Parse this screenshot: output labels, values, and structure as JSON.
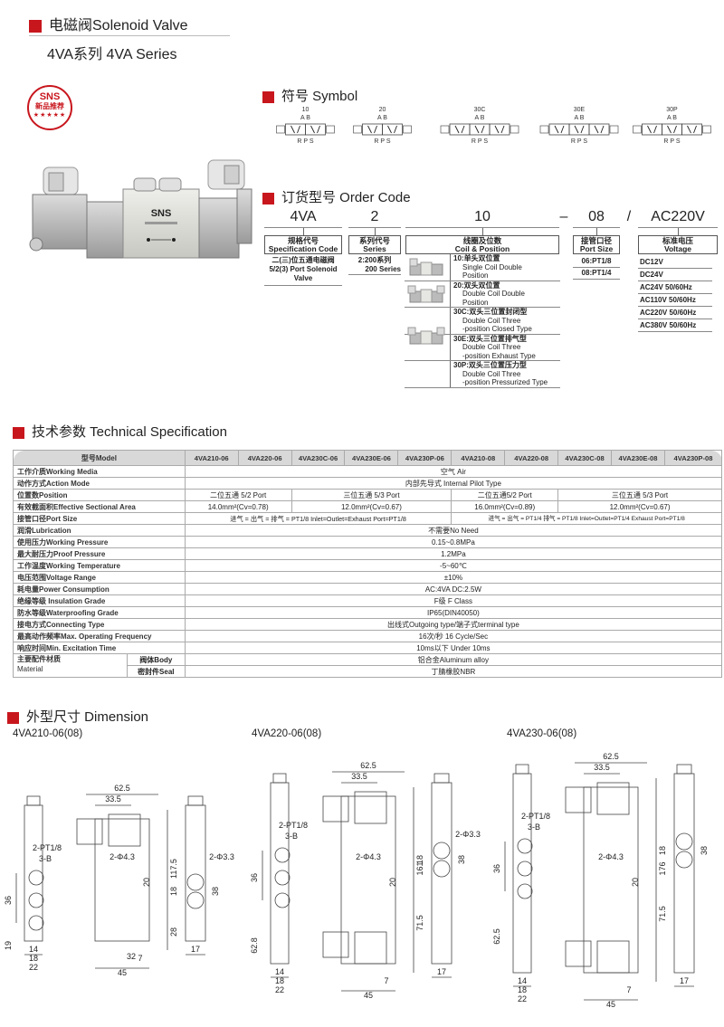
{
  "header": {
    "title": "电磁阀Solenoid Valve",
    "series": "4VA系列 4VA Series"
  },
  "badge": {
    "brand": "SNS",
    "label": "新品推荐",
    "stars": "★★★★★"
  },
  "product_image": {
    "brand": "SNS",
    "alt": "4VA230 solenoid valve photo"
  },
  "symbol_section": {
    "title": "符号 Symbol",
    "symbols": [
      {
        "code": "10",
        "ports_top": "A B",
        "ports_bottom": "R P S"
      },
      {
        "code": "20",
        "ports_top": "A B",
        "ports_bottom": "R P S"
      },
      {
        "code": "30C",
        "ports_top": "A B",
        "ports_bottom": "R P S"
      },
      {
        "code": "30E",
        "ports_top": "A B",
        "ports_bottom": "R P S"
      },
      {
        "code": "30P",
        "ports_top": "A B",
        "ports_bottom": "R P S"
      }
    ]
  },
  "order_code": {
    "title": "订货型号 Order Code",
    "parts": [
      {
        "value": "4VA",
        "label_cn": "规格代号",
        "label_en": "Specification Code"
      },
      {
        "value": "2",
        "label_cn": "系列代号",
        "label_en": "Series"
      },
      {
        "value": "10",
        "label_cn": "线圈及位数",
        "label_en": "Coil & Position"
      },
      {
        "value": "08",
        "label_cn": "接管口径",
        "label_en": "Port Size"
      },
      {
        "value": "AC220V",
        "label_cn": "标准电压",
        "label_en": "Voltage"
      }
    ],
    "dash": "–",
    "slash": "/",
    "spec_desc": [
      "二(三)位五通电磁阀",
      "5/2(3) Port Solenoid",
      "Valve"
    ],
    "series_desc": [
      "2:200系列",
      "200 Series"
    ],
    "coil_options": [
      {
        "cn": "10:单头双位置",
        "en1": "Single Coil Double",
        "en2": "Position"
      },
      {
        "cn": "20:双头双位置",
        "en1": "Double Coil Double",
        "en2": "Position"
      },
      {
        "cn": "30C:双头三位置封闭型",
        "en1": "Double Coil Three",
        "en2": "-position Closed Type"
      },
      {
        "cn": "30E:双头三位置排气型",
        "en1": "Double Coil Three",
        "en2": "-position Exhaust Type"
      },
      {
        "cn": "30P:双头三位置压力型",
        "en1": "Double Coil Three",
        "en2": "-position Pressurized Type"
      }
    ],
    "port_sizes": [
      "06:PT1/8",
      "08:PT1/4"
    ],
    "voltages": [
      "DC12V",
      "DC24V",
      "AC24V 50/60Hz",
      "AC110V 50/60Hz",
      "AC220V 50/60Hz",
      "AC380V 50/60Hz"
    ]
  },
  "tech_spec": {
    "title": "技术参数 Technical Specification",
    "model_header": "型号Model",
    "models": [
      "4VA210-06",
      "4VA220-06",
      "4VA230C-06",
      "4VA230E-06",
      "4VA230P-06",
      "4VA210-08",
      "4VA220-08",
      "4VA230C-08",
      "4VA230E-08",
      "4VA230P-08"
    ],
    "rows": {
      "media": {
        "label": "工作介质Working Media",
        "value": "空气 Air"
      },
      "action": {
        "label": "动作方式Action Mode",
        "value": "内部先导式 Internal Pilot Type"
      },
      "position": {
        "label": "位置数Position",
        "values": [
          "二位五通 5/2 Port",
          "三位五通 5/3 Port",
          "二位五通5/2 Port",
          "三位五通 5/3 Port"
        ]
      },
      "area": {
        "label": "有效截面积Effective Sectional Area",
        "values": [
          "14.0mm²(Cv=0.78)",
          "12.0mm²(Cv=0.67)",
          "16.0mm²(Cv=0.89)",
          "12.0mm²(Cv=0.67)"
        ]
      },
      "port": {
        "label": "接管口径Port Size",
        "values": [
          "进气 = 出气 = 排气 = PT1/8  Inlet=Outlet=Exhaust Port=PT1/8",
          "进气 = 出气 = PT1/4  排气 = PT1/8  Inlet=Outlet=PT1/4 Exhaust  Port=PT1/8"
        ]
      },
      "lubrication": {
        "label": "润滑Lubrication",
        "value": "不需要No Need"
      },
      "working_pressure": {
        "label": "使用压力Working Pressure",
        "value": "0.15~0.8MPa"
      },
      "proof_pressure": {
        "label": "最大耐压力Proof Pressure",
        "value": "1.2MPa"
      },
      "temperature": {
        "label": "工作温度Working Temperature",
        "value": "-5~60℃"
      },
      "voltage_range": {
        "label": "电压范围Voltage Range",
        "value": "±10%"
      },
      "power": {
        "label": "耗电量Power Consumption",
        "value": "AC:4VA    DC:2.5W"
      },
      "insulation": {
        "label": "绝缘等级 Insulation Grade",
        "value": "F级 F Class"
      },
      "waterproof": {
        "label": "防水等级Waterproofing Grade",
        "value": "IP65(DIN40050)"
      },
      "connecting": {
        "label": "接电方式Connecting Type",
        "value": "出线式Outgoing type/端子式terminal type"
      },
      "frequency": {
        "label": "最高动作频率Max. Operating  Frequency",
        "value": "16次/秒  16 Cycle/Sec"
      },
      "excitation": {
        "label": "响应时间Min. Excitation  Time",
        "value": "10ms以下  Under 10ms"
      },
      "material": {
        "label_cn": "主要配件材质",
        "label_en": "Material",
        "body_label": "阀体Body",
        "body_value": "铝合金Aluminum alloy",
        "seal_label": "密封件Seal",
        "seal_value": "丁腈橡胶NBR"
      }
    }
  },
  "dimension": {
    "title": "外型尺寸 Dimension",
    "drawings": [
      {
        "model": "4VA210-06(08)",
        "dims": {
          "w_total": "62.5",
          "w_coil": "33.5",
          "height": "117.5",
          "port_label": "2-PT1/8",
          "b_label": "3-B",
          "hole_main": "2-Φ4.3",
          "hole_side": "2-Φ3.3",
          "d36": "36",
          "d19": "19",
          "d14": "14",
          "d18": "18",
          "d22": "22",
          "d20": "20",
          "d32": "32",
          "d7": "7",
          "d45": "45",
          "s18": "18",
          "s28": "28",
          "s38": "38",
          "s17": "17"
        }
      },
      {
        "model": "4VA220-06(08)",
        "dims": {
          "w_total": "62.5",
          "w_coil": "33.5",
          "height": "161",
          "port_label": "2-PT1/8",
          "b_label": "3-B",
          "hole_main": "2-Φ4.3",
          "hole_side": "2-Φ3.3",
          "d36": "36",
          "d62": "62.8",
          "d14": "14",
          "d18": "18",
          "d22": "22",
          "d20": "20",
          "d7": "7",
          "d45": "45",
          "s18": "18",
          "s71": "71.5",
          "s38": "38",
          "s17": "17"
        }
      },
      {
        "model": "4VA230-06(08)",
        "dims": {
          "w_total": "62.5",
          "w_coil": "33.5",
          "height": "176",
          "port_label": "2-PT1/8",
          "b_label": "3-B",
          "hole_main": "2-Φ4.3",
          "d36": "36",
          "d62": "62.5",
          "d14": "14",
          "d18": "18",
          "d22": "22",
          "d20": "20",
          "d7": "7",
          "d45": "45",
          "s18": "18",
          "s71": "71.5",
          "s38": "38",
          "s17": "17"
        }
      }
    ]
  }
}
